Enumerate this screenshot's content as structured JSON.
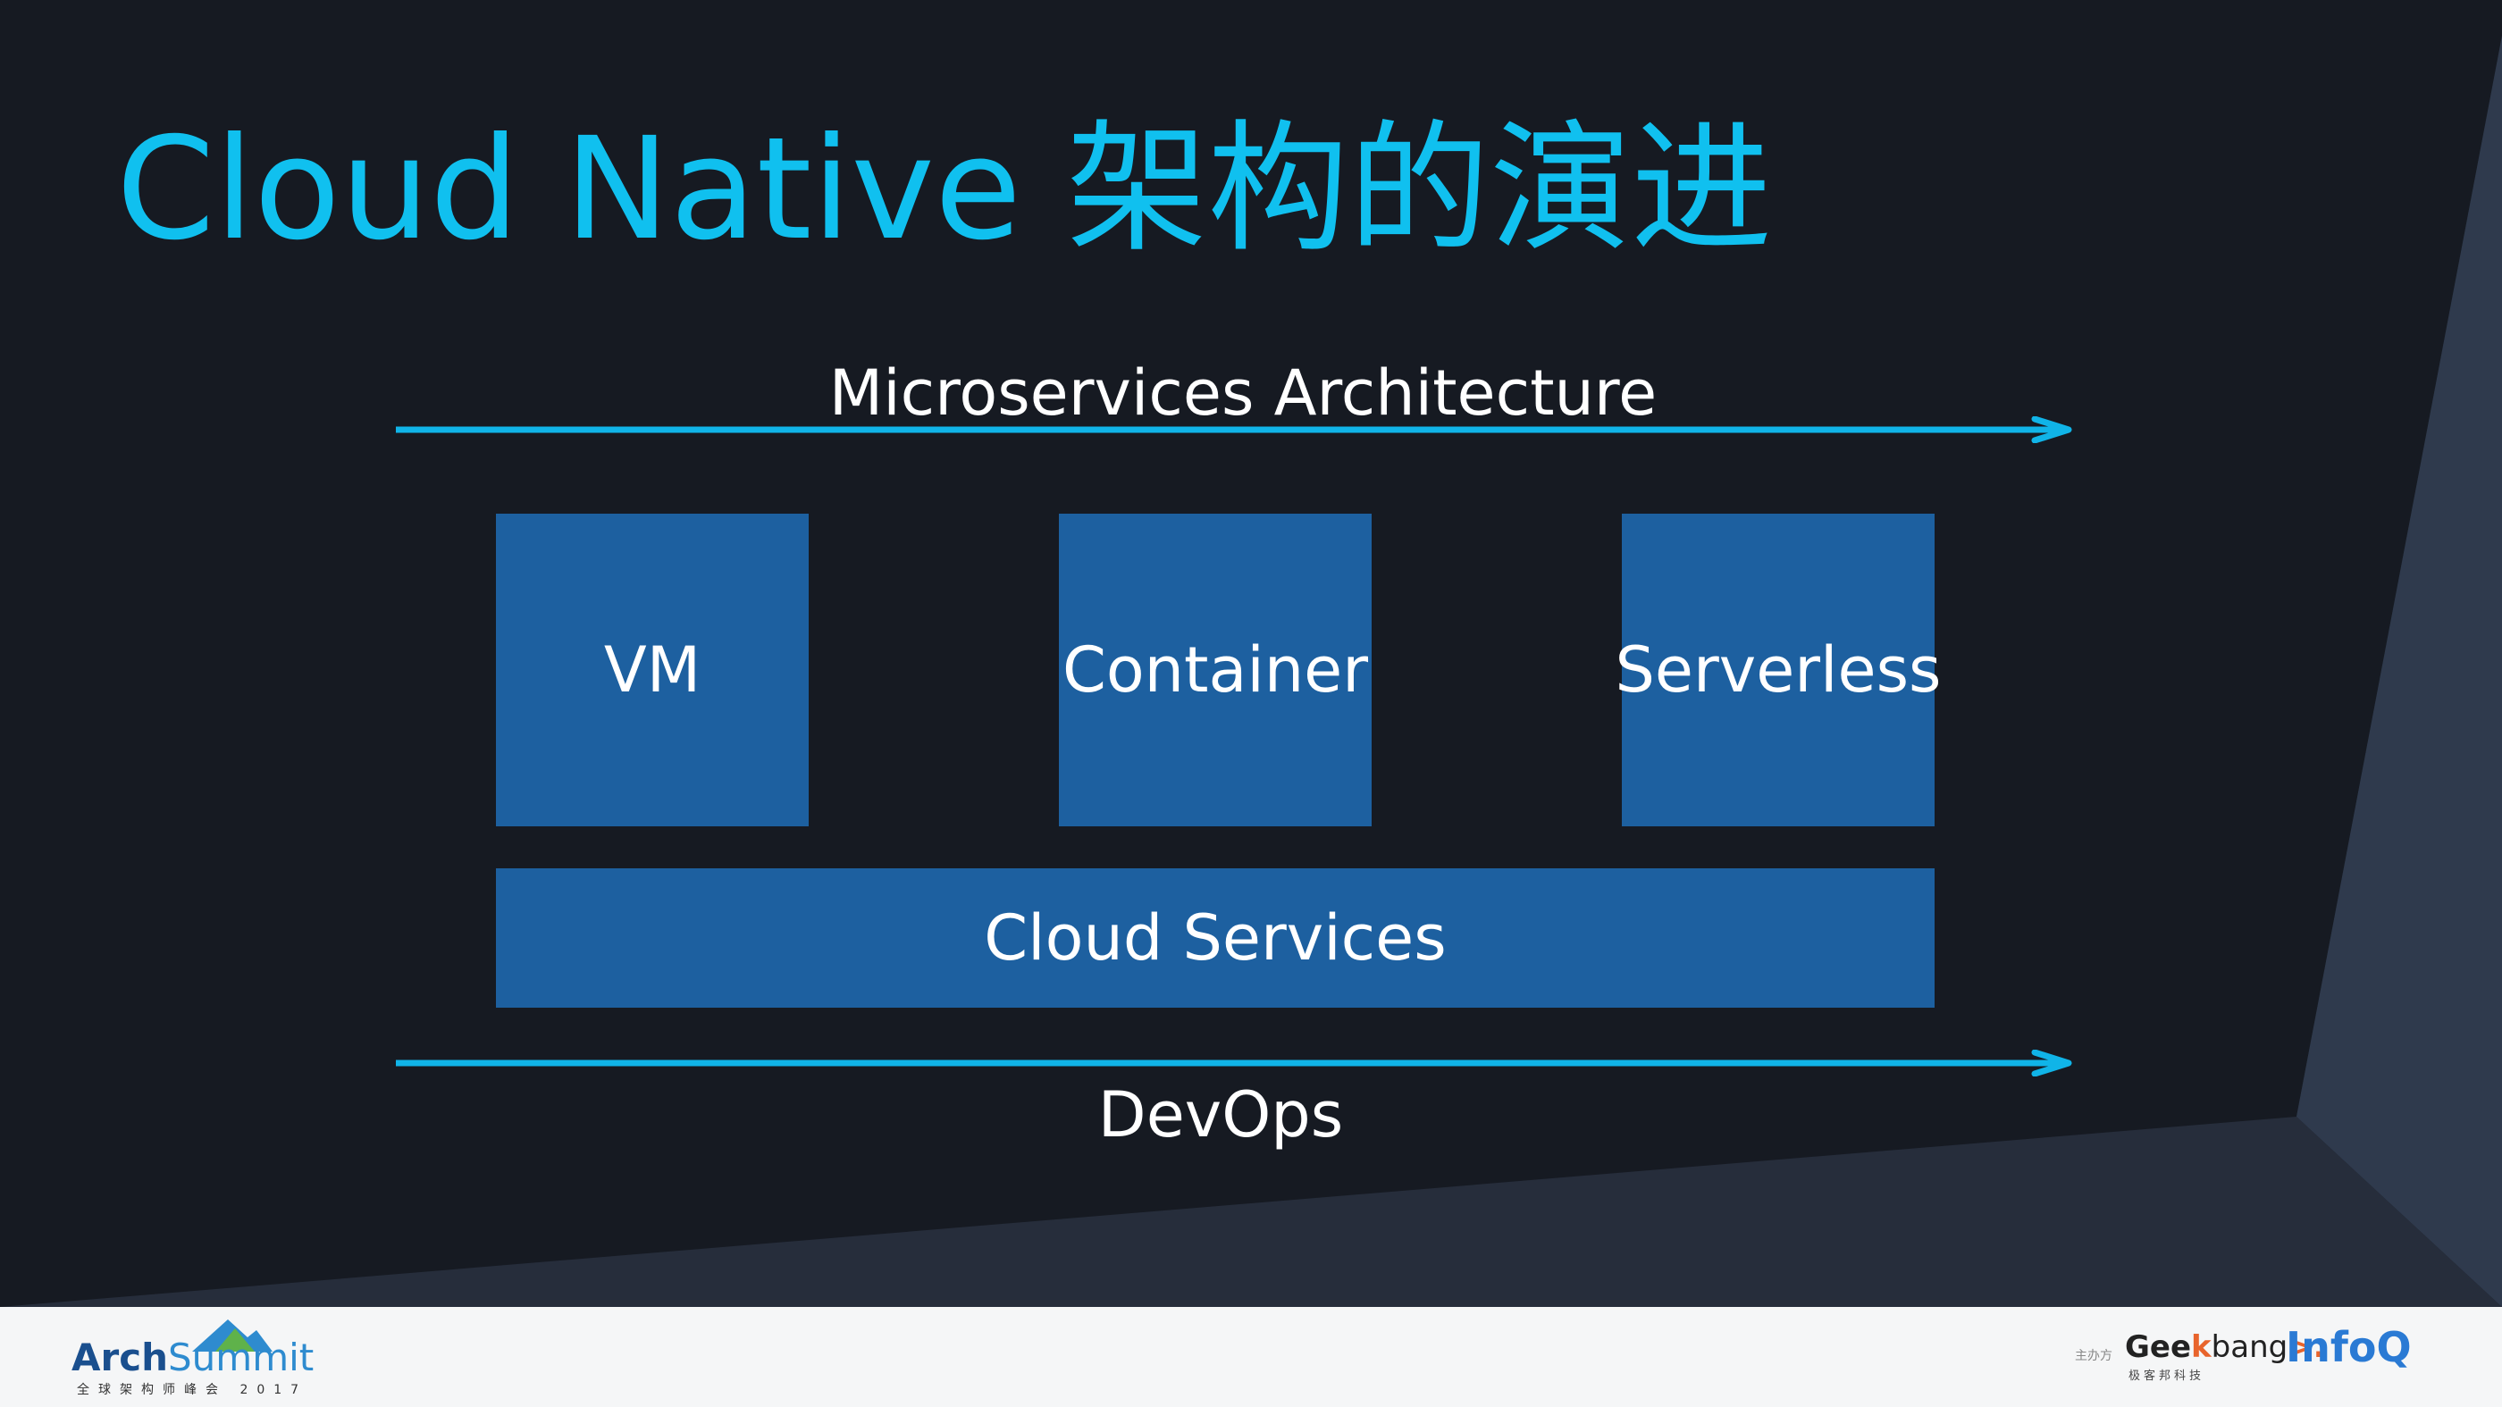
{
  "slide": {
    "title": "Cloud Native 架构的演进",
    "top_arrow_label": "Microservices Architecture",
    "bottom_arrow_label": "DevOps",
    "boxes": {
      "vm": "VM",
      "container": "Container",
      "serverless": "Serverless",
      "cloud_services": "Cloud Services"
    }
  },
  "footer": {
    "arch_part1": "Arch",
    "arch_part2": "Summit",
    "arch_subtitle": "全球架构师峰会 2017",
    "sponsor_label": "主办方",
    "geekbang_part1": "Gee",
    "geekbang_part2": "k",
    "geekbang_part3": "bang",
    "geekbang_part4": ">.",
    "geekbang_subtitle": "极客邦科技",
    "infoq": "InfoQ"
  },
  "colors": {
    "background": "#161a22",
    "title": "#10c0ef",
    "arrow": "#10b4e8",
    "box": "#1d60a0",
    "footer": "#f5f6f7"
  }
}
